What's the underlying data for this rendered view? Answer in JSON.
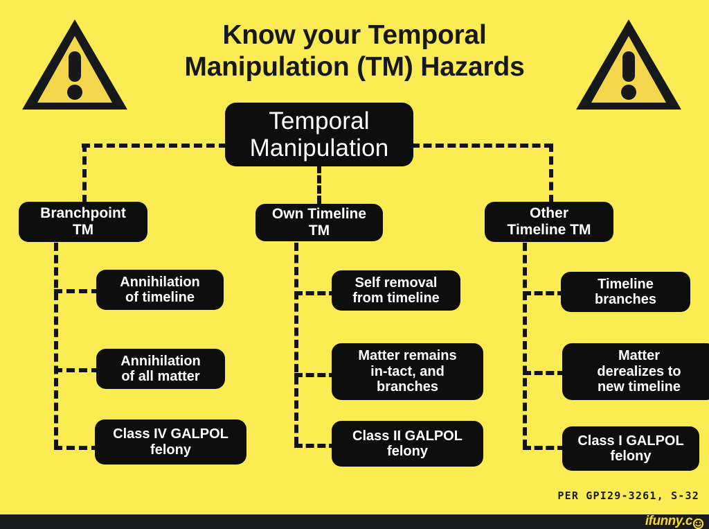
{
  "title": {
    "line1": "Know your Temporal",
    "line2": "Manipulation (TM) Hazards"
  },
  "icons": {
    "warning_left": "warning-triangle-icon",
    "warning_right": "warning-triangle-icon"
  },
  "colors": {
    "background": "#fbec53",
    "node_fill": "#0e0e0f",
    "node_text": "#ffffff",
    "line": "#131314",
    "triangle_fill": "#f4d64a",
    "triangle_stroke": "#17181a",
    "watermark": "#f8d928",
    "bottom_bar": "#191a1c"
  },
  "diagram": {
    "root": {
      "label": "Temporal\nManipulation"
    },
    "branches": [
      {
        "label": "Branchpoint\nTM",
        "leaves": [
          {
            "label": "Annihilation\nof timeline"
          },
          {
            "label": "Annihilation\nof all matter"
          },
          {
            "label": "Class IV GALPOL\nfelony"
          }
        ]
      },
      {
        "label": "Own Timeline\nTM",
        "leaves": [
          {
            "label": "Self removal\nfrom timeline"
          },
          {
            "label": "Matter remains\nin-tact, and\nbranches"
          },
          {
            "label": "Class II GALPOL\nfelony"
          }
        ]
      },
      {
        "label": "Other\nTimeline TM",
        "leaves": [
          {
            "label": "Timeline\nbranches"
          },
          {
            "label": "Matter\nderealizes to\nnew timeline"
          },
          {
            "label": "Class I GALPOL\nfelony"
          }
        ]
      }
    ]
  },
  "reference": "PER GPI29-3261, S-32",
  "watermark": {
    "text": "ifunny.c"
  }
}
